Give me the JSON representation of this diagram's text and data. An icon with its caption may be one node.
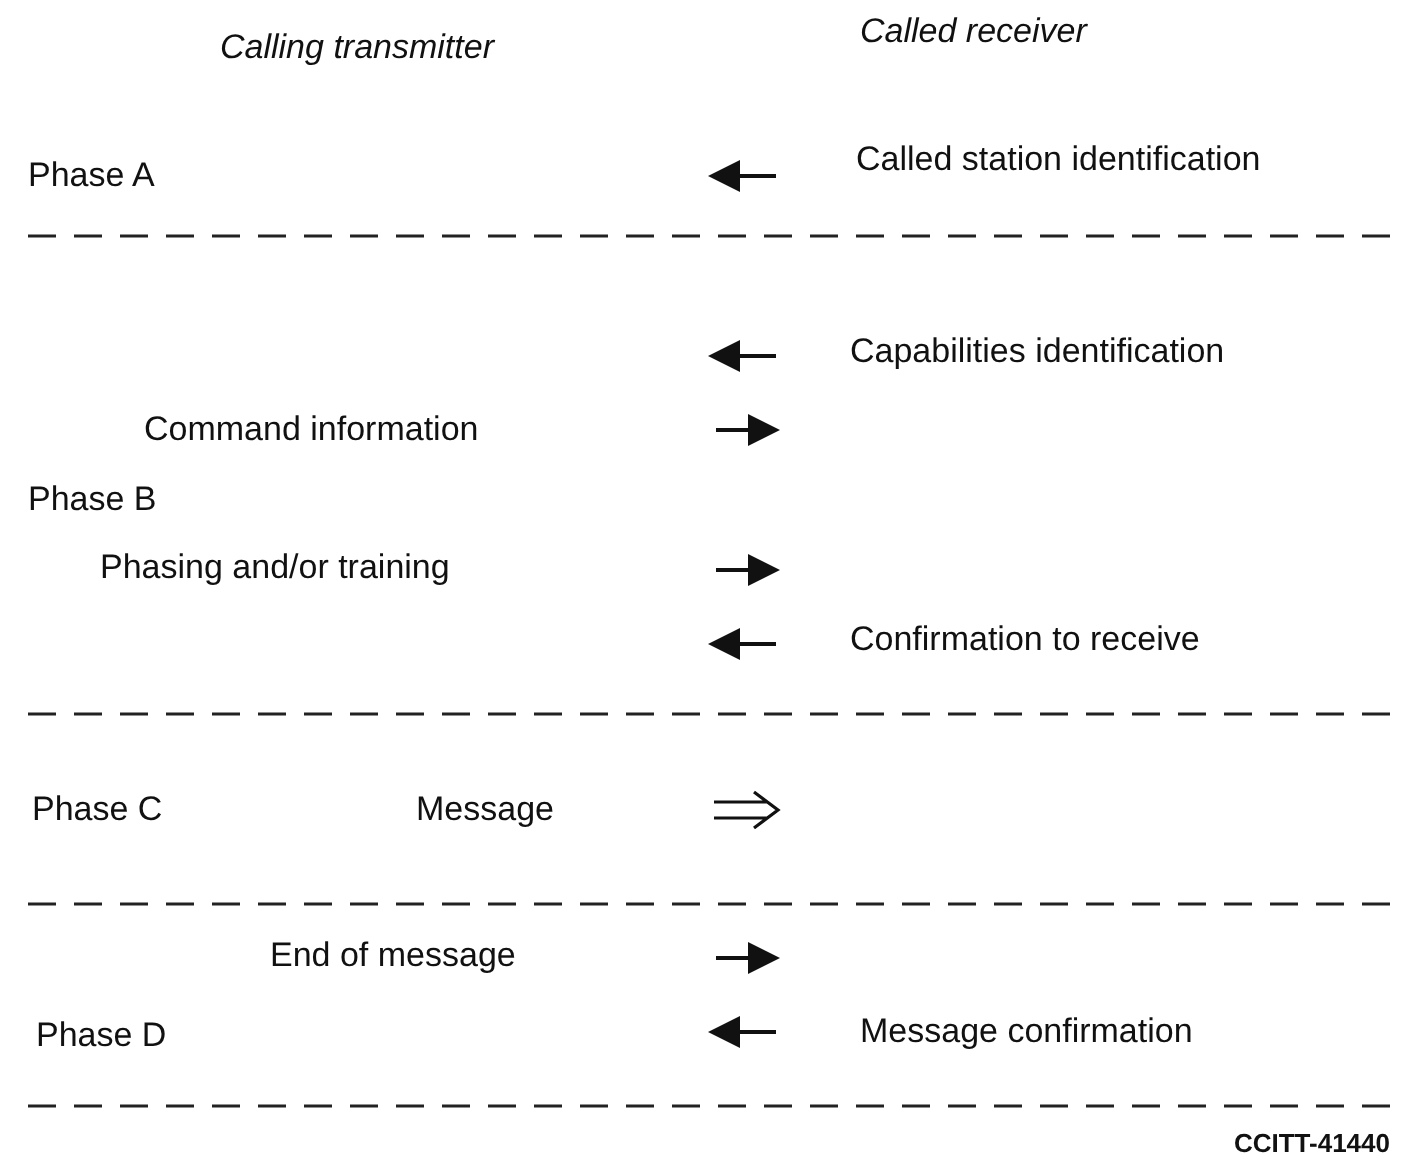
{
  "diagram": {
    "labels": [
      "Calling transmitter",
      "Called receiver",
      "Phase A",
      "Called station identification",
      "Capabilities identification",
      "Command information",
      "Phase B",
      "Phasing and/or training",
      "Confirmation to receive",
      "Phase C",
      "Message",
      "End of message",
      "Phase D",
      "Message confirmation",
      "CCITT-41440"
    ]
  }
}
